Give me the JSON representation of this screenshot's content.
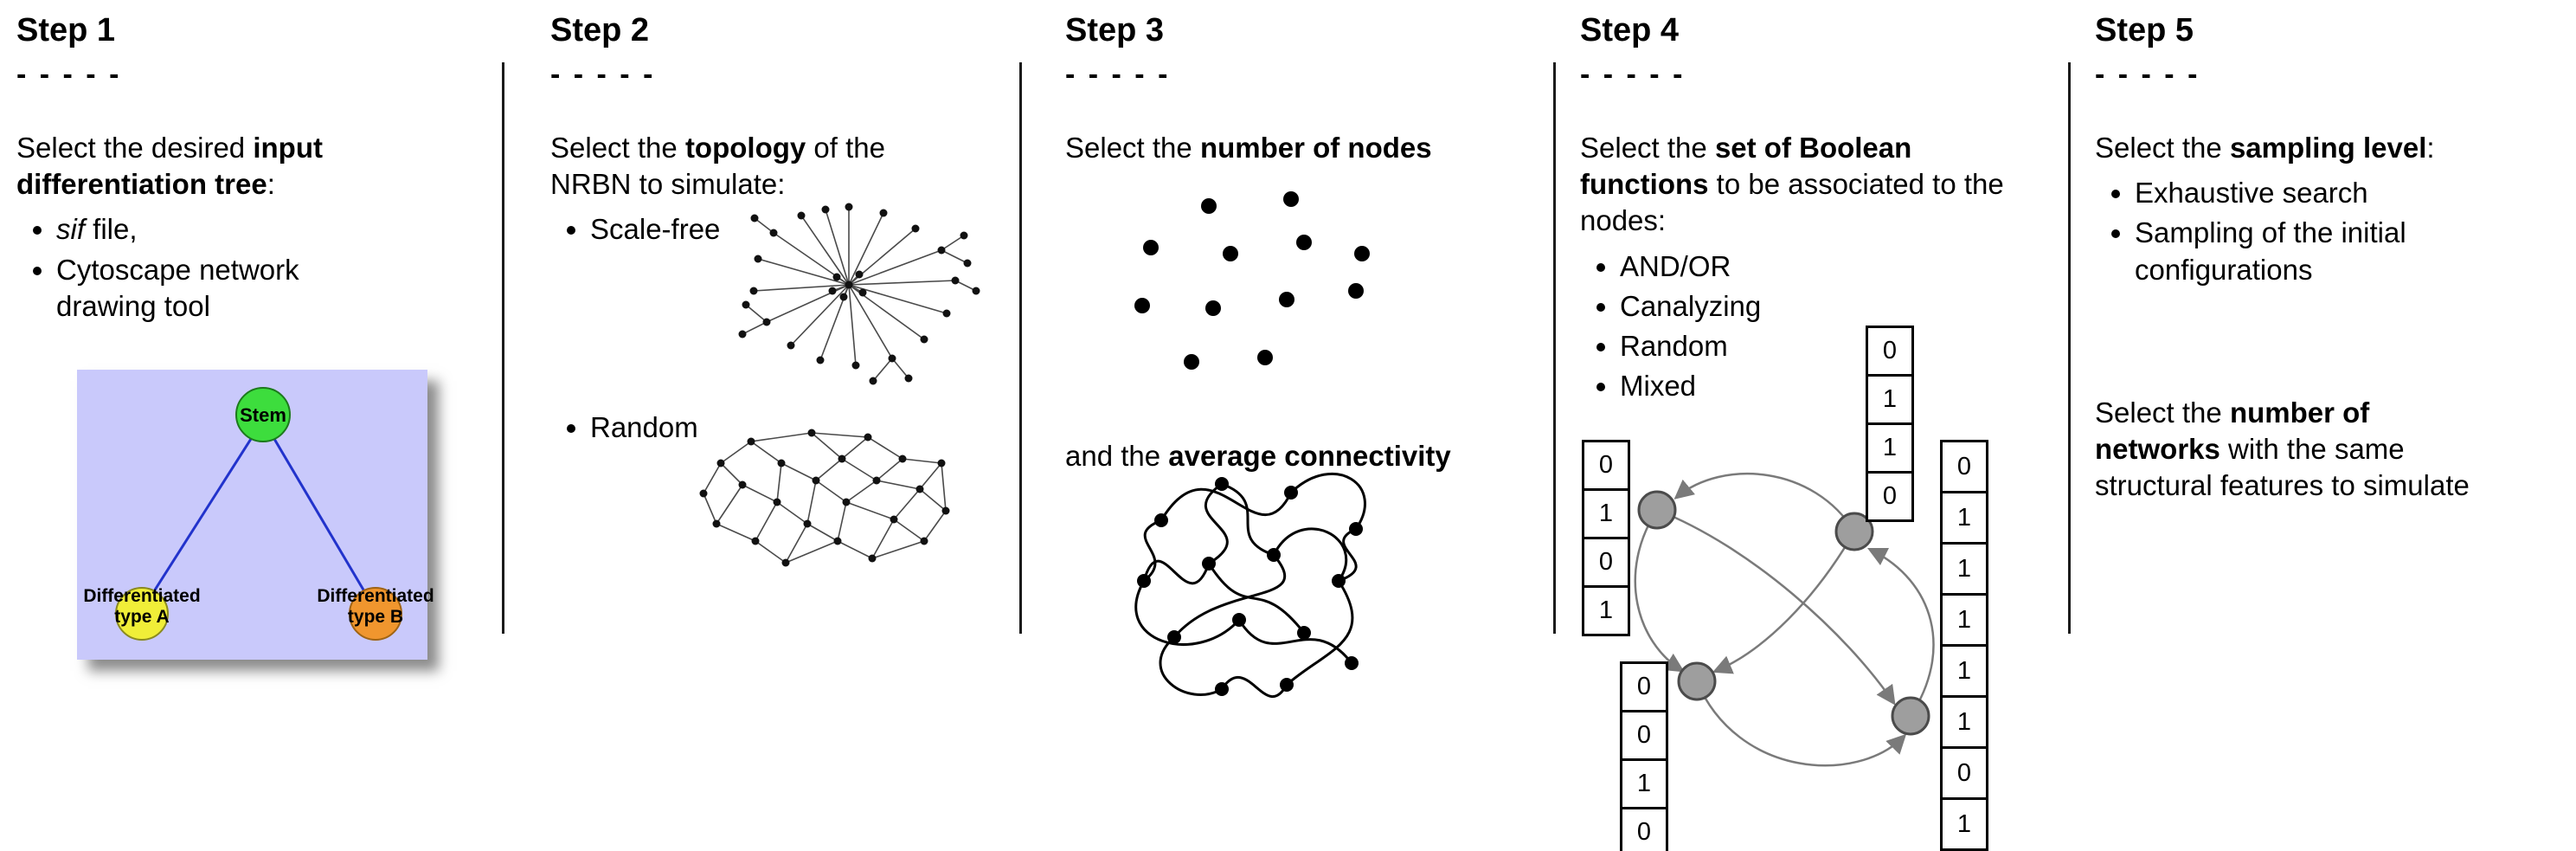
{
  "page": {
    "background": "#ffffff",
    "text_color": "#000000"
  },
  "steps": [
    {
      "title": "Step 1",
      "dashes": "- - - - -",
      "intro": {
        "pre": "Select the desired ",
        "bold": "input differentiation tree",
        "post": ":"
      },
      "bullets": [
        {
          "italic": "sif",
          "rest": " file,"
        },
        {
          "text": "Cytoscape network drawing tool"
        }
      ],
      "tree": {
        "root_label": "Stem",
        "left_leaf_label": "Differentiated type A",
        "right_leaf_label": "Differentiated type B",
        "colors": {
          "panel": "#c9c9fb",
          "root": "#3ddd3d",
          "left_leaf": "#f0ee38",
          "right_leaf": "#f0962e",
          "edge": "#2233cc"
        }
      }
    },
    {
      "title": "Step 2",
      "dashes": "- - - - -",
      "intro": {
        "pre": "Select the ",
        "bold": "topology",
        "post": " of the NRBN to simulate:"
      },
      "bullets": [
        {
          "text": "Scale-free"
        },
        {
          "text": "Random"
        }
      ]
    },
    {
      "title": "Step 3",
      "dashes": "- - - - -",
      "line1": {
        "pre": "Select the ",
        "bold": "number of nodes"
      },
      "line2": {
        "pre": "and the ",
        "bold": "average connectivity"
      }
    },
    {
      "title": "Step 4",
      "dashes": "- - - - -",
      "intro": {
        "pre": "Select the ",
        "bold": "set of Boolean functions",
        "post": " to be associated to the nodes:"
      },
      "bullets": [
        {
          "text": "AND/OR"
        },
        {
          "text": "Canalyzing"
        },
        {
          "text": "Random"
        },
        {
          "text": "Mixed"
        }
      ],
      "tables": {
        "top": [
          "0",
          "1",
          "1",
          "0"
        ],
        "left": [
          "0",
          "1",
          "0",
          "1"
        ],
        "bottom": [
          "0",
          "0",
          "1",
          "0"
        ],
        "right": [
          "0",
          "1",
          "1",
          "1",
          "1",
          "1",
          "0",
          "1"
        ]
      }
    },
    {
      "title": "Step 5",
      "dashes": "- - - - -",
      "intro": {
        "pre": "Select the ",
        "bold": "sampling level",
        "post": ":"
      },
      "bullets": [
        {
          "text": "Exhaustive search"
        },
        {
          "text": "Sampling of the initial configurations"
        }
      ],
      "footer": {
        "pre": "Select the ",
        "bold": "number of networks",
        "post": " with the same structural features to simulate"
      }
    }
  ]
}
